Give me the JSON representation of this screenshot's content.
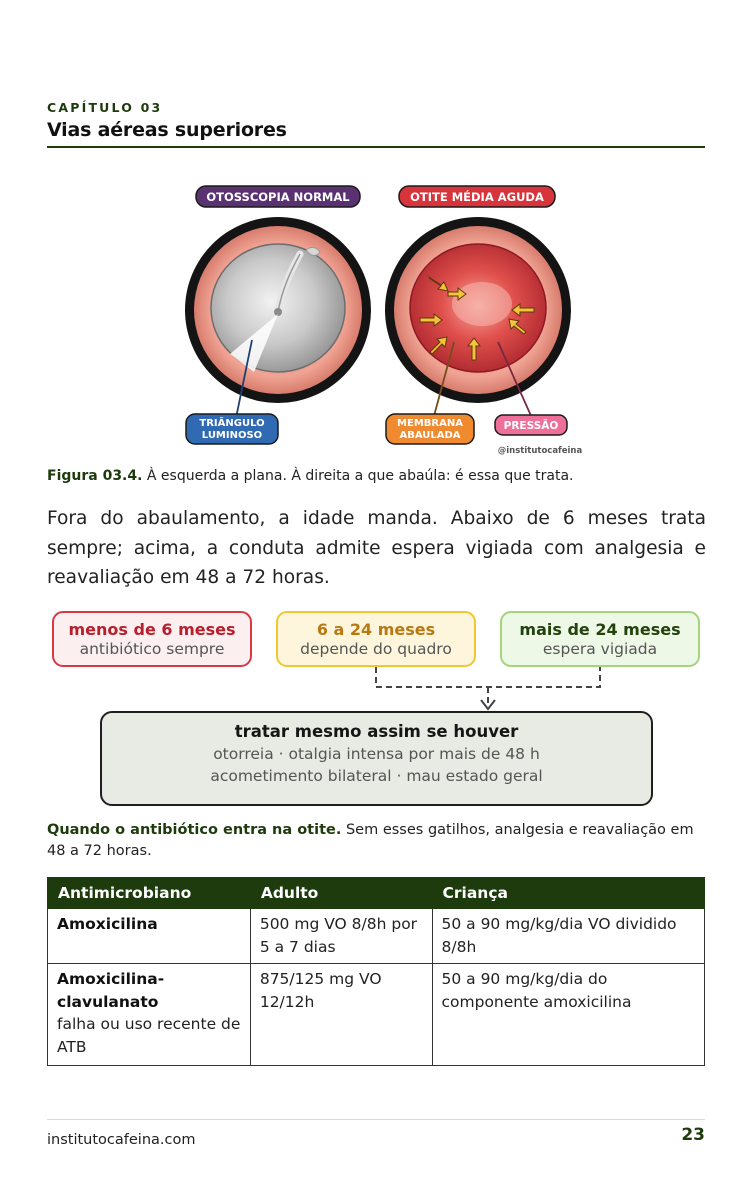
{
  "header": {
    "chapter": "CAPÍTULO 03",
    "title": "Vias aéreas superiores"
  },
  "illustration": {
    "label_normal": "OTOSSCOPIA NORMAL",
    "label_oma": "OTITE MÉDIA AGUDA",
    "label_triangle": [
      "TRIÂNGULO",
      "LUMINOSO"
    ],
    "label_membrane": [
      "MEMBRANA",
      "ABAULADA"
    ],
    "label_pressure": "PRESSÃO",
    "credit": "@institutocafeina",
    "colors": {
      "normal_badge": "#5a3272",
      "oma_badge": "#d8343c",
      "triangle_badge": "#2f6ab2",
      "membrane_badge": "#ef8a2e",
      "pressure_badge": "#ef6f9b"
    }
  },
  "figure_caption": {
    "label": "Figura 03.4.",
    "text": " À esquerda a plana. À direita a que abaúla: é essa que trata."
  },
  "body_text": "Fora do abaulamento, a idade manda. Abaixo de 6 meses trata sempre; acima, a conduta admite espera vigiada com analgesia e reavaliação em 48 a 72 horas.",
  "age_groups": [
    {
      "title": "menos de 6 meses",
      "subtitle": "antibiótico sempre"
    },
    {
      "title": "6 a 24 meses",
      "subtitle": "depende do quadro"
    },
    {
      "title": "mais de 24 meses",
      "subtitle": "espera vigiada"
    }
  ],
  "treat_box": {
    "title": "tratar mesmo assim se houver",
    "line1": "otorreia · otalgia intensa por mais de 48 h",
    "line2": "acometimento bilateral · mau estado geral"
  },
  "table_note": {
    "label": "Quando o antibiótico entra na otite.",
    "text": " Sem esses gatilhos, analgesia e reavaliação em 48 a 72 horas."
  },
  "table": {
    "headers": [
      "Antimicrobiano",
      "Adulto",
      "Criança"
    ],
    "rows": [
      {
        "drug": "Amoxicilina",
        "drug_note": "",
        "adult": "500 mg VO 8/8h por 5 a 7 dias",
        "child": "50 a 90 mg/kg/dia VO dividido 8/8h"
      },
      {
        "drug": "Amoxicilina-clavulanato",
        "drug_note": "falha ou uso recente de ATB",
        "adult": "875/125 mg VO 12/12h",
        "child": "50 a 90 mg/kg/dia do componente amoxicilina"
      }
    ]
  },
  "footer": {
    "site": "institutocafeina.com",
    "page": "23"
  }
}
